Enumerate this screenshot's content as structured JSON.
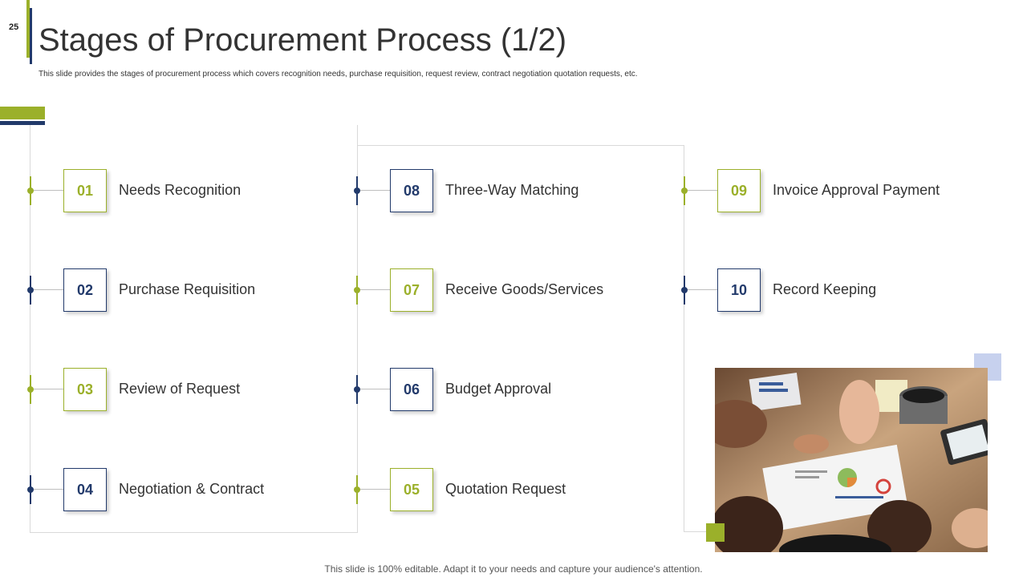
{
  "slide_number": "25",
  "title": "Stages of Procurement Process (1/2)",
  "subtitle": "This slide provides the stages of procurement process which covers recognition needs, purchase requisition, request review, contract negotiation quotation requests, etc.",
  "steps": [
    {
      "num": "01",
      "label": "Needs Recognition"
    },
    {
      "num": "02",
      "label": "Purchase Requisition"
    },
    {
      "num": "03",
      "label": "Review of Request"
    },
    {
      "num": "04",
      "label": "Negotiation & Contract"
    },
    {
      "num": "05",
      "label": "Quotation Request"
    },
    {
      "num": "06",
      "label": "Budget Approval"
    },
    {
      "num": "07",
      "label": "Receive Goods/Services"
    },
    {
      "num": "08",
      "label": "Three-Way Matching"
    },
    {
      "num": "09",
      "label": "Invoice Approval Payment"
    },
    {
      "num": "10",
      "label": "Record Keeping"
    }
  ],
  "photo_description_icon": "business-meeting-photo",
  "colors": {
    "green": "#9bb02a",
    "navy": "#223a6b",
    "light_blue": "#c7d1ee"
  },
  "footer": "This slide is 100% editable. Adapt it to your needs and capture your audience's attention."
}
